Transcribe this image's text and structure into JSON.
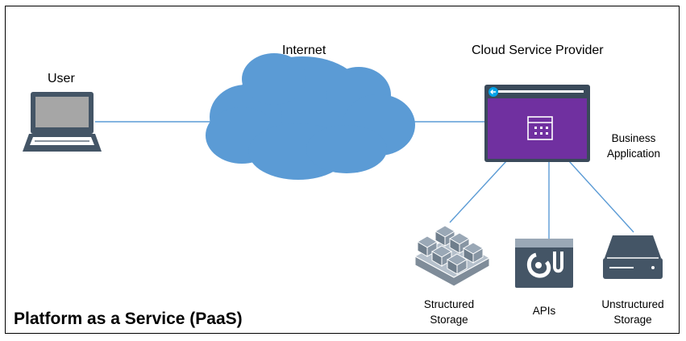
{
  "diagram": {
    "title": "Platform as a Service (PaaS)",
    "labels": {
      "user": "User",
      "internet": "Internet",
      "cloud_provider": "Cloud Service Provider",
      "business_app_line1": "Business",
      "business_app_line2": "Application",
      "structured_line1": "Structured",
      "structured_line2": "Storage",
      "apis": "APIs",
      "unstructured_line1": "Unstructured",
      "unstructured_line2": "Storage"
    },
    "icons": {
      "user": "laptop-icon",
      "internet": "cloud-icon",
      "application": "app-window-icon",
      "structured_storage": "storage-blocks-icon",
      "apis": "api-icon",
      "unstructured_storage": "disk-drive-icon"
    },
    "colors": {
      "cloud": "#5b9bd5",
      "connector": "#5b9bd5",
      "app_window": "#7030a0",
      "app_titlebar": "#3a4a5a",
      "icon_dark": "#445566",
      "storage_blocks": "#9aa8b6"
    }
  }
}
